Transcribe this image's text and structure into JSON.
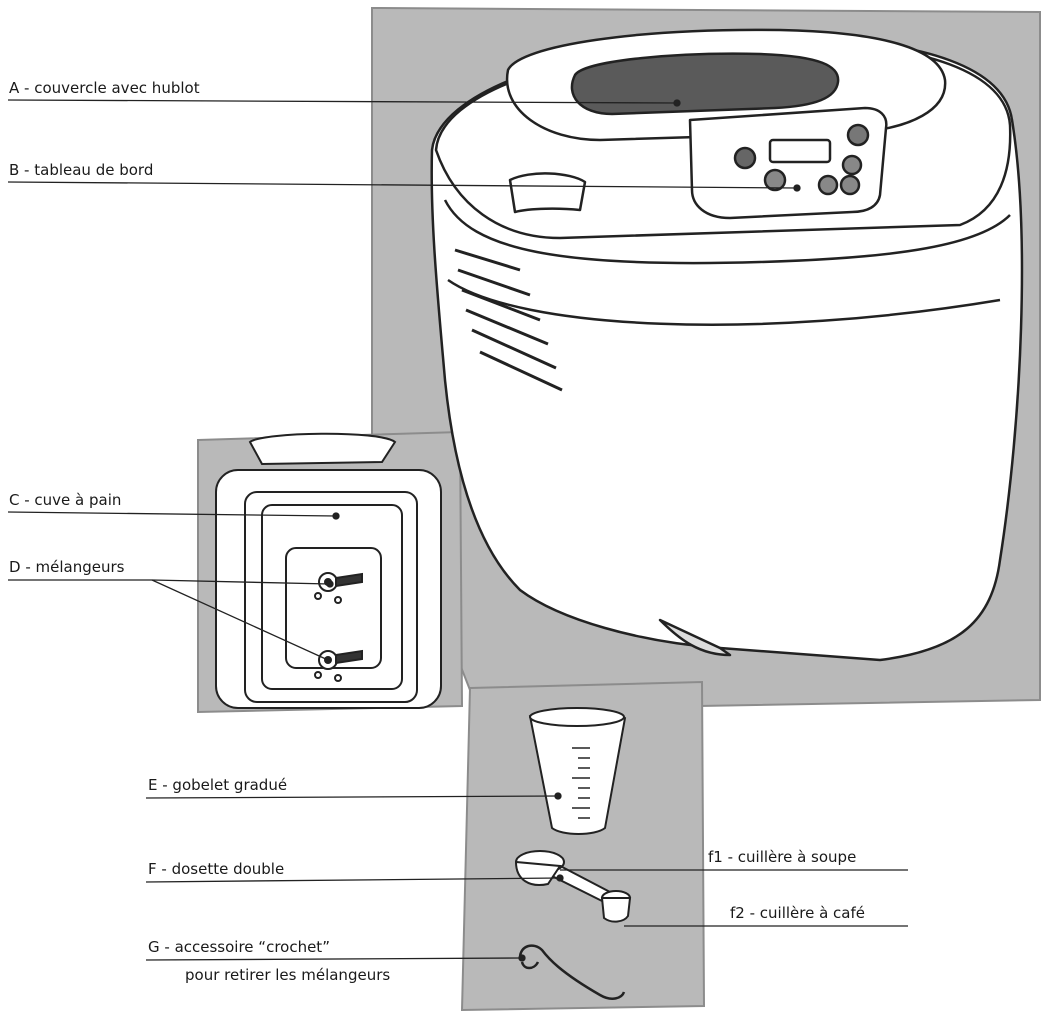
{
  "labels": {
    "a": "A - couvercle avec hublot",
    "b": "B - tableau de bord",
    "c": "C - cuve à pain",
    "d": "D - mélangeurs",
    "e": "E - gobelet gradué",
    "f": "F - dosette double",
    "f1": "f1 - cuillère à soupe",
    "f2": "f2 - cuillère à café",
    "g_line1": "G - accessoire “crochet”",
    "g_line2": "pour retirer les mélangeurs"
  },
  "colors": {
    "panel": "#b9b9b9",
    "panel_edge": "#8c8c8c",
    "outline": "#222222",
    "fill": "#ffffff",
    "dark": "#555555"
  }
}
